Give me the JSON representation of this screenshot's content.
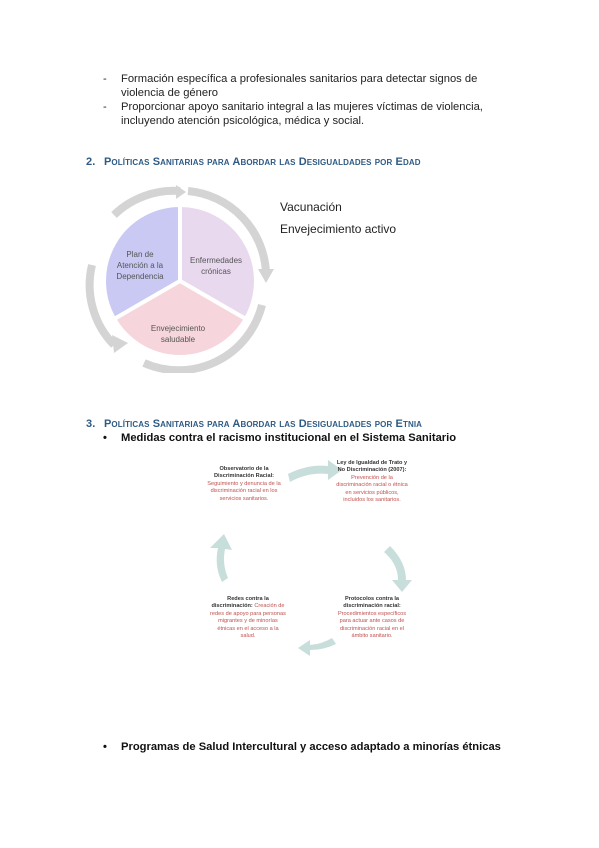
{
  "dash_list": [
    "Formación específica a profesionales sanitarios para detectar signos de violencia de género",
    "Proporcionar apoyo sanitario integral a las mujeres víctimas de violencia, incluyendo atención psicológica, médica y social."
  ],
  "section2": {
    "number": "2.",
    "title": "Políticas Sanitarias para Abordar las Desigualdades por Edad"
  },
  "diagram_age": {
    "segment_top_left": "Plan de Atención a la Dependencia",
    "segment_top_right": "Enfermedades crónicas",
    "segment_bottom": "Envejecimiento saludable",
    "side_labels": [
      "Vacunación",
      "Envejecimiento activo"
    ],
    "colors": {
      "top_left": "#c9c9f4",
      "top_right": "#e9d9ef",
      "bottom": "#f6d6dc",
      "ring": "#d4d4d4"
    }
  },
  "section3": {
    "number": "3.",
    "title": "Políticas Sanitarias para Abordar las Desigualdades por Etnia"
  },
  "bullet1": "Medidas contra el racismo institucional en el Sistema Sanitario",
  "cycle": {
    "top_left": {
      "title": "Observatorio de la Discriminación Racial:",
      "body": "Seguimiento y denuncia de la discriminación racial en los servicios sanitarios."
    },
    "top_right": {
      "title": "Ley de Igualdad de Trato y No Discriminación (2007):",
      "body": "Prevención de la discriminación racial o étnica en servicios públicos, incluidos los sanitarios."
    },
    "bottom_right": {
      "title": "Protocolos contra la discriminación racial:",
      "body": "Procedimientos específicos para actuar ante casos de discriminación racial en el ámbito sanitario."
    },
    "bottom_left": {
      "title": "Redes contra la discriminación:",
      "body": "Creación de redes de apoyo para personas migrantes y de minorías étnicas en el acceso a la salud."
    },
    "arrow_color": "#c8dedb"
  },
  "bullet2": "Programas de Salud Intercultural y acceso adaptado a minorías étnicas"
}
